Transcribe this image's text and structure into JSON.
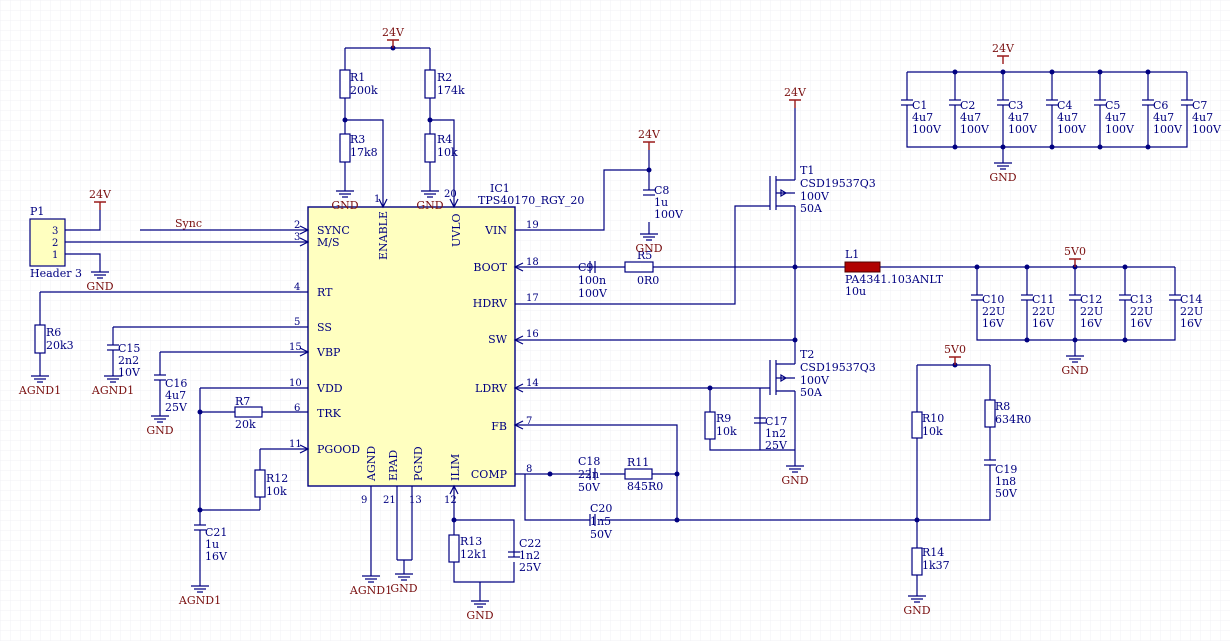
{
  "ic": {
    "designator": "IC1",
    "part": "TPS40170_RGY_20",
    "pins_left": [
      "SYNC",
      "M/S",
      "RT",
      "SS",
      "VBP",
      "VDD",
      "TRK",
      "PGOOD"
    ],
    "pins_right": [
      "VIN",
      "BOOT",
      "HDRV",
      "SW",
      "LDRV",
      "FB",
      "COMP"
    ],
    "pins_top": [
      "ENABLE",
      "UVLO"
    ],
    "pins_bottom": [
      "AGND",
      "EPAD",
      "PGND",
      "ILIM"
    ],
    "pin_numbers": {
      "sync": "2",
      "ms": "3",
      "rt": "4",
      "ss": "5",
      "vbp": "15",
      "vdd": "10",
      "trk": "6",
      "pgood": "11",
      "vin": "19",
      "boot": "18",
      "hdrv": "17",
      "sw": "16",
      "ldrv": "14",
      "fb": "7",
      "comp": "8",
      "enable": "1",
      "uvlo": "20",
      "agnd": "9",
      "epad": "21",
      "pgnd": "13",
      "ilim": "12"
    }
  },
  "connector": {
    "designator": "P1",
    "part": "Header 3",
    "pins": [
      "3",
      "2",
      "1"
    ]
  },
  "nets": {
    "sync": "Sync",
    "v24": "24V",
    "v5": "5V0",
    "gnd": "GND",
    "agnd": "AGND1"
  },
  "resistors": [
    {
      "d": "R1",
      "v": "200k"
    },
    {
      "d": "R2",
      "v": "174k"
    },
    {
      "d": "R3",
      "v": "17k8"
    },
    {
      "d": "R4",
      "v": "10k"
    },
    {
      "d": "R5",
      "v": "0R0"
    },
    {
      "d": "R6",
      "v": "20k3"
    },
    {
      "d": "R7",
      "v": "20k"
    },
    {
      "d": "R8",
      "v": "634R0"
    },
    {
      "d": "R9",
      "v": "10k"
    },
    {
      "d": "R10",
      "v": "10k"
    },
    {
      "d": "R11",
      "v": "845R0"
    },
    {
      "d": "R12",
      "v": "10k"
    },
    {
      "d": "R13",
      "v": "12k1"
    },
    {
      "d": "R14",
      "v": "1k37"
    }
  ],
  "capacitors": [
    {
      "d": "C1",
      "v1": "4u7",
      "v2": "100V"
    },
    {
      "d": "C2",
      "v1": "4u7",
      "v2": "100V"
    },
    {
      "d": "C3",
      "v1": "4u7",
      "v2": "100V"
    },
    {
      "d": "C4",
      "v1": "4u7",
      "v2": "100V"
    },
    {
      "d": "C5",
      "v1": "4u7",
      "v2": "100V"
    },
    {
      "d": "C6",
      "v1": "4u7",
      "v2": "100V"
    },
    {
      "d": "C7",
      "v1": "4u7",
      "v2": "100V"
    },
    {
      "d": "C8",
      "v1": "1u",
      "v2": "100V"
    },
    {
      "d": "C9",
      "v1": "100n",
      "v2": "100V"
    },
    {
      "d": "C10",
      "v1": "22U",
      "v2": "16V"
    },
    {
      "d": "C11",
      "v1": "22U",
      "v2": "16V"
    },
    {
      "d": "C12",
      "v1": "22U",
      "v2": "16V"
    },
    {
      "d": "C13",
      "v1": "22U",
      "v2": "16V"
    },
    {
      "d": "C14",
      "v1": "22U",
      "v2": "16V"
    },
    {
      "d": "C15",
      "v1": "2n2",
      "v2": "10V"
    },
    {
      "d": "C16",
      "v1": "4u7",
      "v2": "25V"
    },
    {
      "d": "C17",
      "v1": "1n2",
      "v2": "25V"
    },
    {
      "d": "C18",
      "v1": "22n",
      "v2": "50V"
    },
    {
      "d": "C19",
      "v1": "1n8",
      "v2": "50V"
    },
    {
      "d": "C20",
      "v1": "1n5",
      "v2": "50V"
    },
    {
      "d": "C21",
      "v1": "1u",
      "v2": "16V"
    },
    {
      "d": "C22",
      "v1": "1n2",
      "v2": "25V"
    }
  ],
  "mosfets": [
    {
      "d": "T1",
      "part": "CSD19537Q3",
      "v1": "100V",
      "v2": "50A"
    },
    {
      "d": "T2",
      "part": "CSD19537Q3",
      "v1": "100V",
      "v2": "50A"
    }
  ],
  "inductor": {
    "d": "L1",
    "part": "PA4341.103ANLT",
    "v": "10u"
  }
}
